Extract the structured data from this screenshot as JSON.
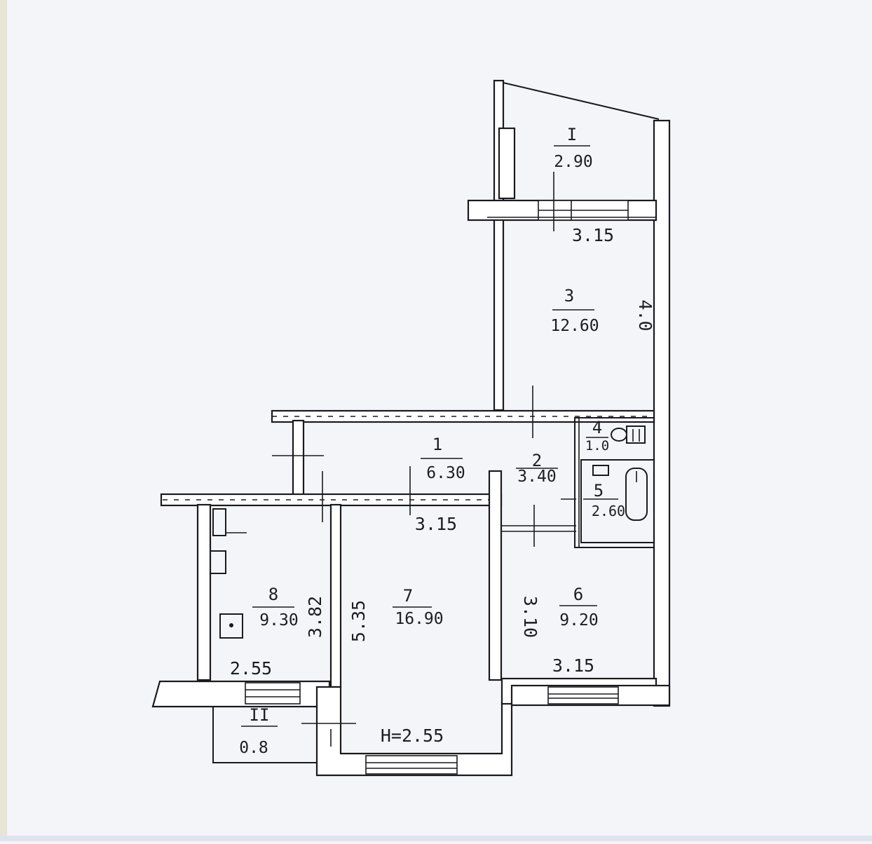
{
  "header_fragment": "",
  "rooms": [
    {
      "id": "I",
      "number": "I",
      "area": "2.90"
    },
    {
      "id": "3",
      "number": "3",
      "area": "12.60"
    },
    {
      "id": "1",
      "number": "1",
      "area": "6.30"
    },
    {
      "id": "2",
      "number": "2",
      "area": "3.40"
    },
    {
      "id": "4",
      "number": "4",
      "area": "1.0"
    },
    {
      "id": "5",
      "number": "5",
      "area": "2.60"
    },
    {
      "id": "6",
      "number": "6",
      "area": "9.20"
    },
    {
      "id": "7",
      "number": "7",
      "area": "16.90"
    },
    {
      "id": "8",
      "number": "8",
      "area": "9.30"
    },
    {
      "id": "II",
      "number": "II",
      "area": "0.8"
    }
  ],
  "dimensions": {
    "room3_width": "3.15",
    "room3_length": "4.0",
    "corridor_width": "3.15",
    "room8_width": "2.55",
    "room8_length": "3.82",
    "room7_length": "5.35",
    "room6_length": "3.10",
    "room6_width": "3.15",
    "ceiling_height": "H=2.55"
  }
}
